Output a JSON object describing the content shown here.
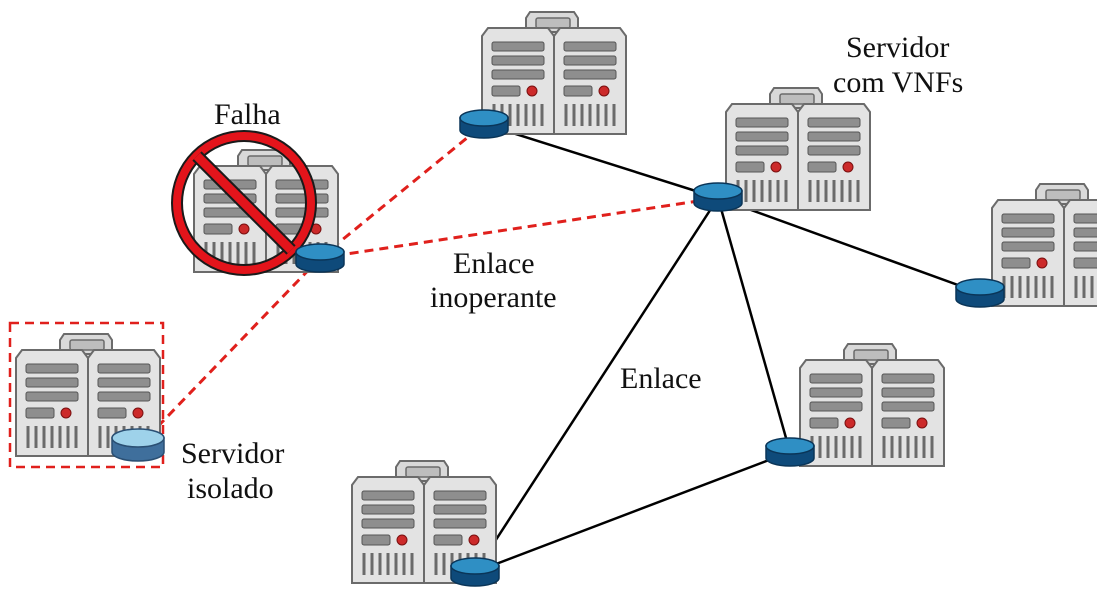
{
  "labels": {
    "failure": "Falha",
    "vnf_server_line1": "Servidor",
    "vnf_server_line2": "com VNFs",
    "down_link_line1": "Enlace",
    "down_link_line2": "inoperante",
    "link": "Enlace",
    "isolated_line1": "Servidor",
    "isolated_line2": "isolado"
  },
  "colors": {
    "active_link": "#000000",
    "failed_link": "#e0201c",
    "router_dark": "#0e4a7a",
    "router_light": "#2f8fc4",
    "isolated_router": "#9ed2ea",
    "prohibition": "#e3141b"
  },
  "icons": {
    "server": "server-rack-icon",
    "router": "router-disc-icon",
    "failure": "prohibition-icon"
  }
}
